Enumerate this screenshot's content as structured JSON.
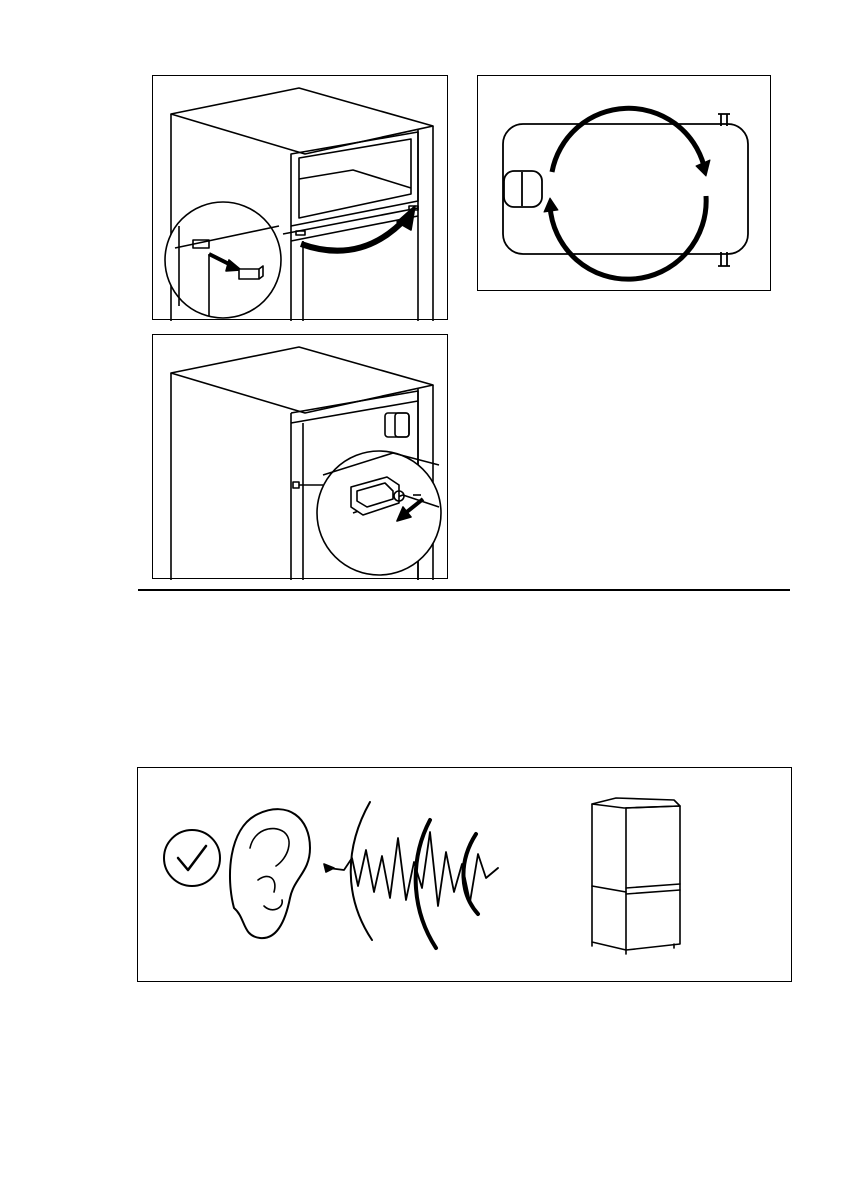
{
  "figures": [
    {
      "id": "fig1",
      "icon": "door-hinge-cover-removal-illustration"
    },
    {
      "id": "fig2",
      "icon": "door-reversal-rotation-illustration"
    },
    {
      "id": "fig3",
      "icon": "door-catch-fitting-illustration"
    },
    {
      "id": "fig4",
      "icon": "normal-operating-sounds-illustration"
    }
  ],
  "colors": {
    "line": "#000000",
    "background": "#ffffff"
  }
}
